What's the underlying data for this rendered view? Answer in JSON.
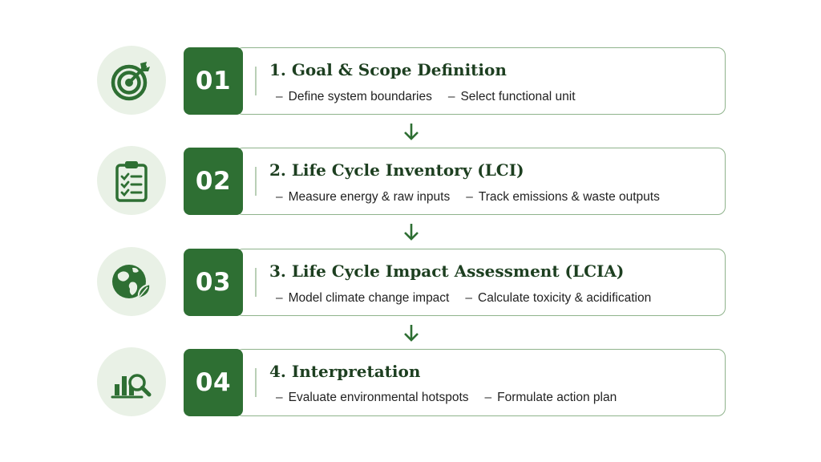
{
  "steps": [
    {
      "number": "01",
      "title": "1. Goal & Scope Definition",
      "icon": "target-icon",
      "bullets": [
        "Define system boundaries",
        "Select functional unit"
      ]
    },
    {
      "number": "02",
      "title": "2. Life Cycle Inventory (LCI)",
      "icon": "clipboard-checklist-icon",
      "bullets": [
        "Measure energy & raw inputs",
        "Track emissions & waste outputs"
      ]
    },
    {
      "number": "03",
      "title": "3. Life Cycle Impact Assessment (LCIA)",
      "icon": "globe-leaf-icon",
      "bullets": [
        "Model climate change impact",
        "Calculate toxicity & acidification"
      ]
    },
    {
      "number": "04",
      "title": "4. Interpretation",
      "icon": "bar-chart-magnifier-icon",
      "bullets": [
        "Evaluate environmental hotspots",
        "Formulate action plan"
      ]
    }
  ],
  "bullet_dash": "–",
  "colors": {
    "primary_green": "#2e6f33",
    "light_green_bg": "#e9f1e6",
    "card_border": "#8fb38c",
    "title_text": "#1d3f20"
  }
}
